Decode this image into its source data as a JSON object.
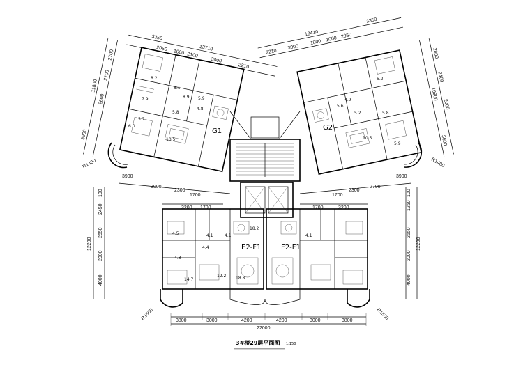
{
  "title": "3#楼29层平面图",
  "scale": "1:150",
  "units": {
    "g1": "G1",
    "g2": "G2",
    "e2f1": "E2-F1",
    "f2f1": "F2-F1"
  },
  "radii": {
    "r1400_left": "R1400",
    "r1400_right": "R1400",
    "r1500_left": "R1500",
    "r1500_right": "R1500"
  },
  "dims": {
    "g1_top_outer": [
      "3350",
      "13710"
    ],
    "g1_top_inner": [
      "2050",
      "1000",
      "2100",
      "3000",
      "2210"
    ],
    "g2_top_outer": [
      "13410",
      "3350"
    ],
    "g2_top_inner": [
      "2210",
      "3000",
      "1800",
      "1000",
      "2050"
    ],
    "g1_left_outer": [
      "11800",
      "3900"
    ],
    "g1_left_inner": [
      "2700",
      "2700",
      "2600"
    ],
    "g2_right_outer": [
      "10800",
      "3600"
    ],
    "g2_right_inner": [
      "2800",
      "2400",
      "2000"
    ],
    "g1_bottom": [
      "3900",
      "3000",
      "2300",
      "1700"
    ],
    "g2_bottom": [
      "1700",
      "2300",
      "2700",
      "3900"
    ],
    "e_top": [
      "3200",
      "1700"
    ],
    "f_top": [
      "1700",
      "3200"
    ],
    "e_left_outer": "12200",
    "e_left_inner": [
      "100",
      "2450",
      "2650",
      "2000",
      "4000"
    ],
    "f_right_outer": "12200",
    "f_right_inner": [
      "100",
      "1250",
      "2650",
      "2000",
      "4000"
    ],
    "bottom_row": [
      "3800",
      "3000",
      "4200",
      "4200",
      "3000",
      "3800"
    ],
    "bottom_total": "22000"
  },
  "areas": {
    "g1": [
      "8.2",
      "8.1",
      "7.9",
      "5.8",
      "4.8",
      "5.9",
      "6.0",
      "10.5",
      "5.7",
      "8.9"
    ],
    "g2": [
      "6.2",
      "5.2",
      "4.9",
      "5.8",
      "10.5",
      "5.6",
      "5.9"
    ],
    "e": [
      "4.1",
      "4.1",
      "4.4",
      "4.3",
      "14.7",
      "12.2",
      "18.8",
      "18.2",
      "4.5"
    ],
    "f": [
      "4.1"
    ]
  }
}
